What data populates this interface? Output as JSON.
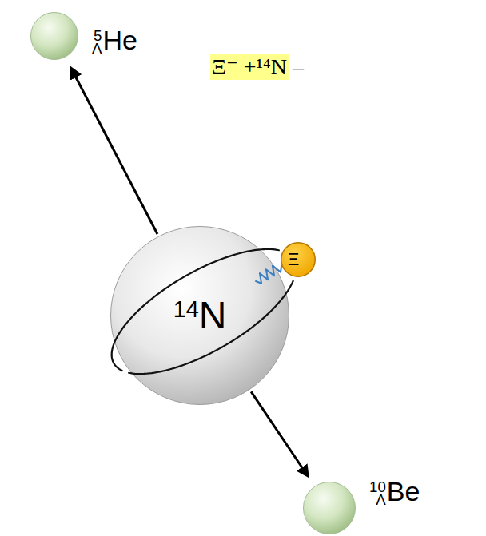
{
  "diagram": {
    "nodes": [
      {
        "text": [
          "5ΛHe"
        ]
      },
      {
        "text": [
          "14N"
        ]
      },
      {
        "text": [
          "Ξ⁻"
        ]
      },
      {
        "text": [
          "10ΛBe"
        ]
      }
    ],
    "edges": [
      {
        "from": 1,
        "to": 0,
        "arrow": "to"
      },
      {
        "from": 1,
        "to": 3,
        "arrow": "to"
      }
    ],
    "labels": [
      "Ξ⁻ +¹⁴N –"
    ]
  }
}
